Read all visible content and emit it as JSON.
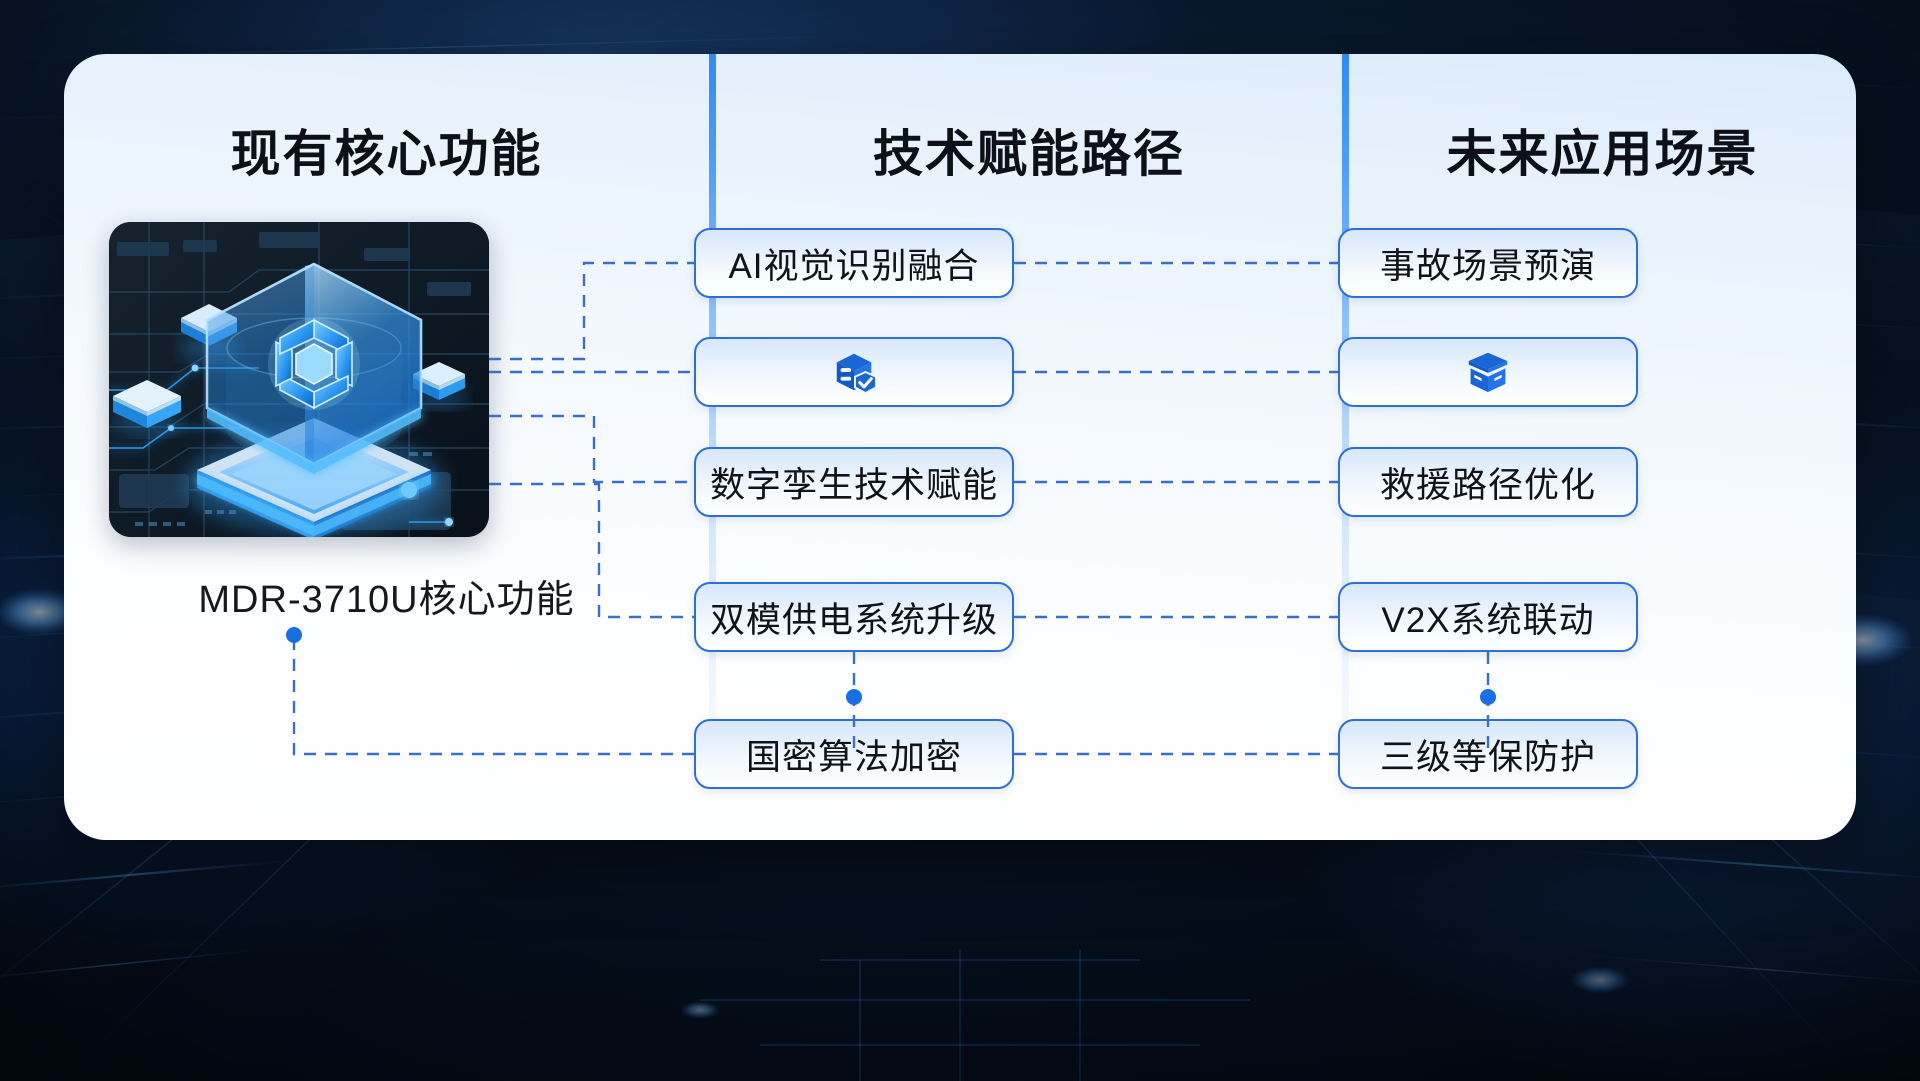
{
  "columns": [
    {
      "title": "现有核心功能"
    },
    {
      "title": "技术赋能路径"
    },
    {
      "title": "未来应用场景"
    }
  ],
  "column1": {
    "image_alt": "MDR-3710U 3D 芯片全息示意图",
    "caption": "MDR-3710U核心功能"
  },
  "column2": {
    "cards": [
      {
        "label": "AI视觉识别融合",
        "type": "text"
      },
      {
        "label": "",
        "type": "icon",
        "icon": "secure-server-box-check-icon"
      },
      {
        "label": "数字孪生技术赋能",
        "type": "text"
      },
      {
        "label": "双模供电系统升级",
        "type": "text"
      },
      {
        "label": "国密算法加密",
        "type": "text"
      }
    ]
  },
  "column3": {
    "cards": [
      {
        "label": "事故场景预演",
        "type": "text"
      },
      {
        "label": "",
        "type": "icon",
        "icon": "open-package-box-icon"
      },
      {
        "label": "救援路径优化",
        "type": "text"
      },
      {
        "label": "V2X系统联动",
        "type": "text"
      },
      {
        "label": "三级等保防护",
        "type": "text"
      }
    ]
  },
  "colors": {
    "card_border": "#2f6fd0",
    "divider_blue": "#2f8bf5",
    "connector": "#3a6fc4",
    "icon_blue": "#1b66d6",
    "panel_bg": "#f4f9fe",
    "background_dark": "#071427"
  }
}
